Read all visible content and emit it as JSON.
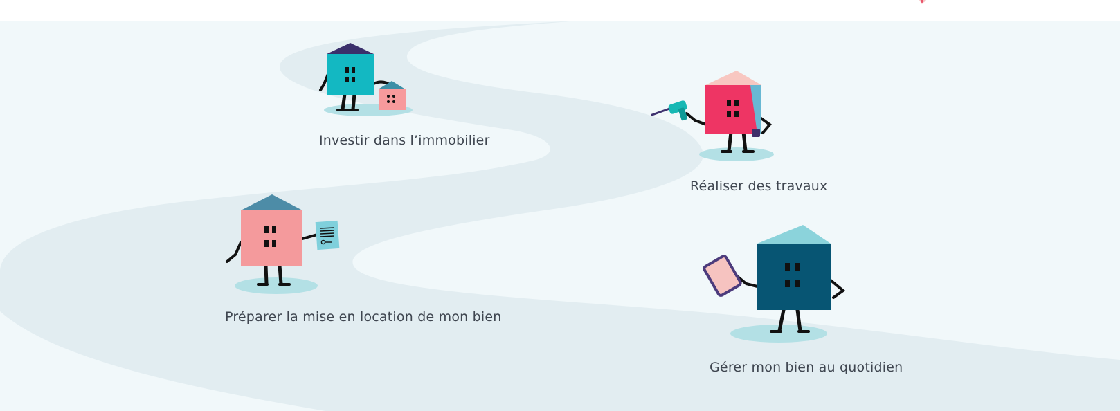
{
  "steps": [
    {
      "label": "Investir dans l’immobilier",
      "character": "house-with-small-house-icon"
    },
    {
      "label": "Réaliser des travaux",
      "character": "house-with-drill-icon"
    },
    {
      "label": "Préparer la mise en location de mon bien",
      "character": "house-with-lease-document-icon"
    },
    {
      "label": "Gérer mon bien au quotidien",
      "character": "house-with-smartphone-icon"
    }
  ],
  "colors": {
    "background_band": "#f1f8fa",
    "road": "#e2edf1",
    "label_text": "#3f4650"
  }
}
